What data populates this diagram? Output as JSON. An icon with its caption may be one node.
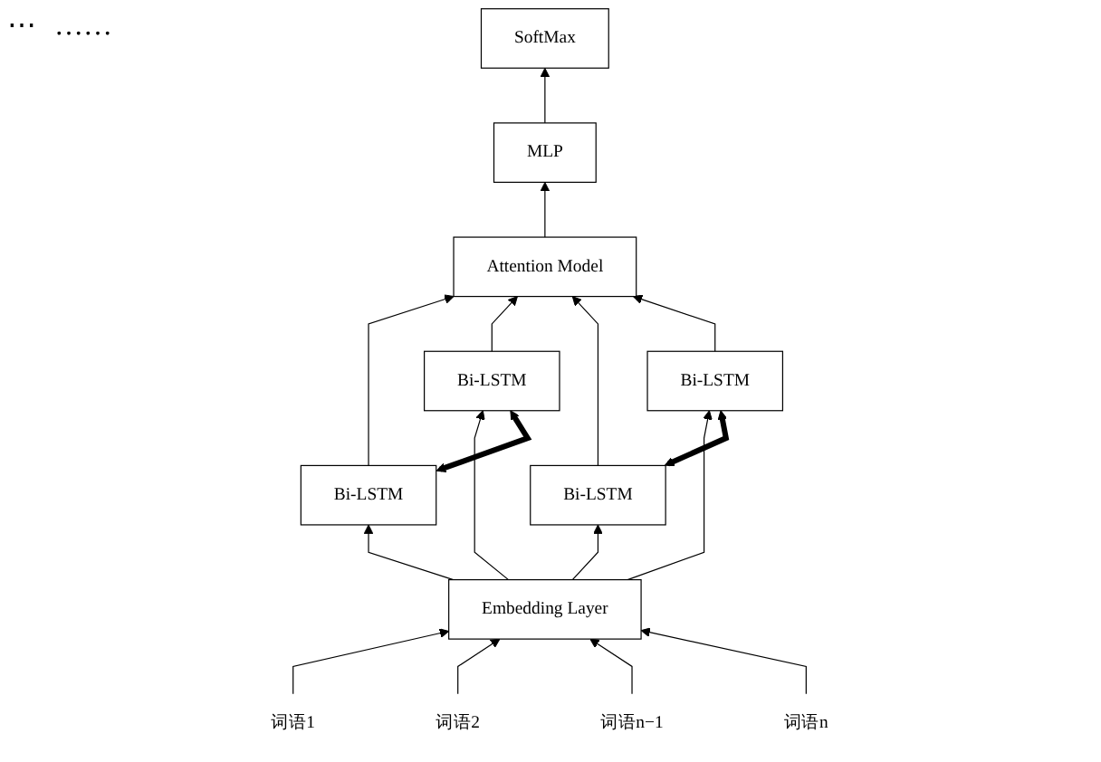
{
  "diagram": {
    "nodes": [
      {
        "text": [
          "SoftMax"
        ]
      },
      {
        "text": [
          "MLP"
        ]
      },
      {
        "text": [
          "Attention Model"
        ]
      },
      {
        "text": [
          "Bi-LSTM"
        ]
      },
      {
        "text": [
          "Bi-LSTM"
        ]
      },
      {
        "text": [
          "Bi-LSTM"
        ]
      },
      {
        "text": [
          "Bi-LSTM"
        ]
      },
      {
        "text": [
          "Embedding Layer"
        ]
      },
      {
        "text": [
          "词语1"
        ]
      },
      {
        "text": [
          "词语2"
        ]
      },
      {
        "text": [
          "词语n−1"
        ]
      },
      {
        "text": [
          "词语n"
        ]
      }
    ],
    "edges": [
      {
        "from": 8,
        "to": 7,
        "arrow": "to"
      },
      {
        "from": 9,
        "to": 7,
        "arrow": "to"
      },
      {
        "from": 10,
        "to": 7,
        "arrow": "to"
      },
      {
        "from": 11,
        "to": 7,
        "arrow": "to"
      },
      {
        "from": 7,
        "to": 3,
        "arrow": "to"
      },
      {
        "from": 7,
        "to": 4,
        "arrow": "to"
      },
      {
        "from": 7,
        "to": 5,
        "arrow": "to"
      },
      {
        "from": 7,
        "to": 6,
        "arrow": "to"
      },
      {
        "from": 3,
        "to": 4,
        "arrow": "both",
        "style": "thick"
      },
      {
        "from": 5,
        "to": 6,
        "arrow": "both",
        "style": "thick"
      },
      {
        "from": 3,
        "to": 2,
        "arrow": "to"
      },
      {
        "from": 4,
        "to": 2,
        "arrow": "to"
      },
      {
        "from": 5,
        "to": 2,
        "arrow": "to"
      },
      {
        "from": 6,
        "to": 2,
        "arrow": "to"
      },
      {
        "from": 2,
        "to": 1,
        "arrow": "to"
      },
      {
        "from": 1,
        "to": 0,
        "arrow": "to"
      }
    ],
    "labels": [
      "⋯",
      "……"
    ]
  }
}
